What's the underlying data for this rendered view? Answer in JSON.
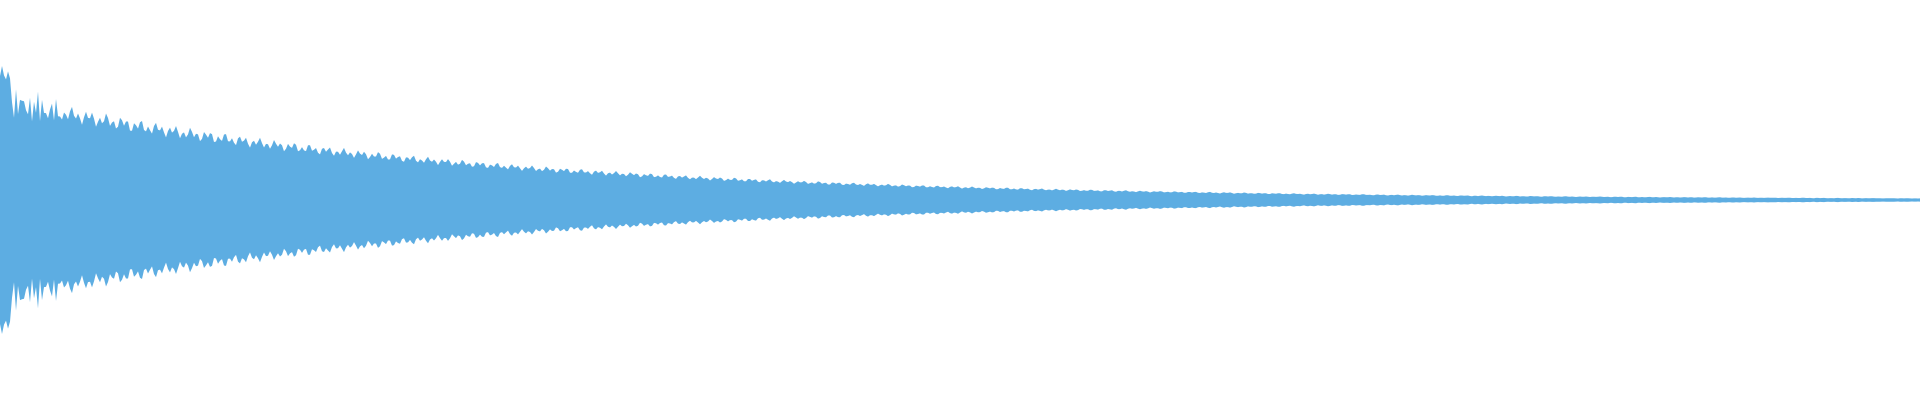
{
  "waveform": {
    "color": "#5dade2",
    "background": "#ffffff",
    "icon": "audio-waveform-icon",
    "initial_amplitude": 0.62,
    "final_amplitude": 0.01,
    "decay": "exponential"
  }
}
